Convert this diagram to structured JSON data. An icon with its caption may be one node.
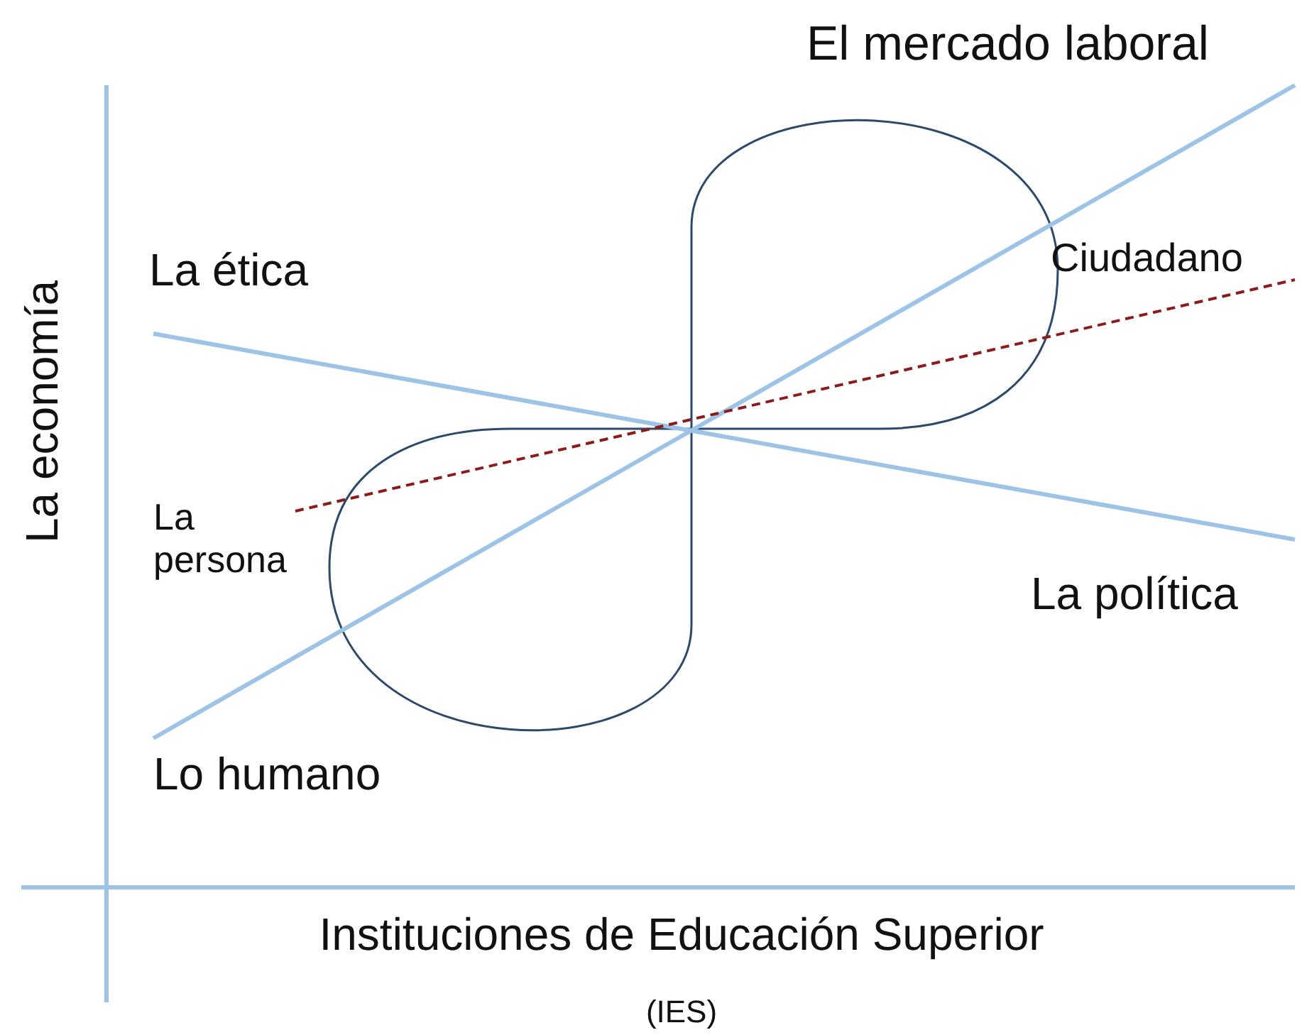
{
  "diagram": {
    "nodes": [
      {
        "text": [
          "El mercado laboral"
        ]
      },
      {
        "text": [
          "La ética"
        ]
      },
      {
        "text": [
          "Ciudadano"
        ]
      },
      {
        "text": [
          "La persona"
        ]
      },
      {
        "text": [
          "La política"
        ]
      },
      {
        "text": [
          "Lo humano"
        ]
      }
    ],
    "edges": [
      {
        "from": 5,
        "to": 0,
        "arrow": "none"
      },
      {
        "from": 1,
        "to": 4,
        "arrow": "none"
      },
      {
        "from": 3,
        "to": 2,
        "arrow": "none",
        "style": "dashed",
        "color": "#8b1c1c"
      }
    ],
    "labels": [
      "La economía",
      "Instituciones de Educación Superior",
      "(IES)"
    ]
  }
}
